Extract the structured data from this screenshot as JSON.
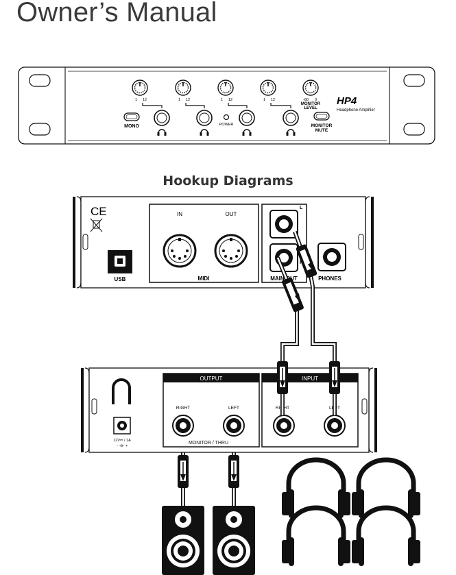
{
  "header": {
    "title": "Owner’s Manual"
  },
  "hp4": {
    "model": "HP4",
    "subtitle": "Headphone Amplifier",
    "knob_scale_min": "1",
    "knob_scale_max": "12",
    "monitor_scale_min": "-80",
    "monitor_scale_max": "0",
    "mono_label": "MONO",
    "power_label": "POWER",
    "monitor_level_label": [
      "MONITOR",
      "LEVEL"
    ],
    "monitor_mute_label": [
      "MONITOR",
      "MUTE"
    ]
  },
  "section": {
    "title": "Hookup Diagrams"
  },
  "interface": {
    "ce_mark": "CE",
    "usb_label": "USB",
    "midi_in": "IN",
    "midi_out": "OUT",
    "midi_label": "MIDI",
    "main_out_label": "MAIN OUT",
    "left_marker": "L",
    "right_marker": "R",
    "phones_label": "PHONES"
  },
  "amp_rear": {
    "output_label": "OUTPUT",
    "input_label": "INPUT",
    "right_label": "RIGHT",
    "left_label": "LEFT",
    "input_right_label": "RIGHT",
    "input_left_label": "LEFT",
    "monitor_thru_label": "MONITOR / THRU",
    "power_spec": "12V⎓ / 1A",
    "polarity": "- -⊖- +"
  }
}
